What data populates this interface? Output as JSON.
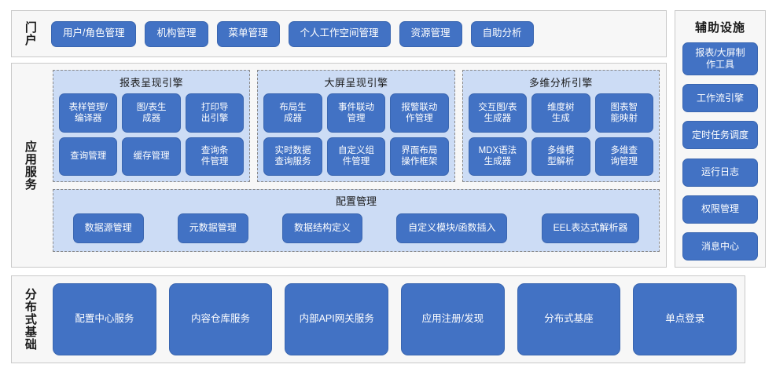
{
  "portal": {
    "band_label": "门户",
    "items": [
      {
        "label": "用户/角色管理"
      },
      {
        "label": "机构管理"
      },
      {
        "label": "菜单管理"
      },
      {
        "label": "个人工作空间管理"
      },
      {
        "label": "资源管理"
      },
      {
        "label": "自助分析"
      }
    ]
  },
  "application_services": {
    "band_label": "应用服务",
    "engines": [
      {
        "title": "报表呈现引擎",
        "items": [
          {
            "label": "表样管理/\n编译器"
          },
          {
            "label": "图/表生\n成器"
          },
          {
            "label": "打印导\n出引擎"
          },
          {
            "label": "查询管理"
          },
          {
            "label": "缓存管理"
          },
          {
            "label": "查询条\n件管理"
          }
        ]
      },
      {
        "title": "大屏呈现引擎",
        "items": [
          {
            "label": "布局生\n成器"
          },
          {
            "label": "事件联动\n管理"
          },
          {
            "label": "报警联动\n作管理"
          },
          {
            "label": "实时数据\n查询服务"
          },
          {
            "label": "自定义组\n件管理"
          },
          {
            "label": "界面布局\n操作框架"
          }
        ]
      },
      {
        "title": "多维分析引擎",
        "items": [
          {
            "label": "交互图/表\n生成器"
          },
          {
            "label": "维度树\n生成"
          },
          {
            "label": "图表智\n能映射"
          },
          {
            "label": "MDX语法\n生成器"
          },
          {
            "label": "多维模\n型解析"
          },
          {
            "label": "多维查\n询管理"
          }
        ]
      }
    ],
    "config": {
      "title": "配置管理",
      "items": [
        {
          "label": "数据源管理"
        },
        {
          "label": "元数据管理"
        },
        {
          "label": "数据结构定义"
        },
        {
          "label": "自定义模块/函数插入"
        },
        {
          "label": "EEL表达式解析器"
        }
      ]
    }
  },
  "distributed_base": {
    "band_label": "分布式基础",
    "items": [
      {
        "label": "配置中心服务"
      },
      {
        "label": "内容仓库服务"
      },
      {
        "label": "内部API网关服务"
      },
      {
        "label": "应用注册/发现"
      },
      {
        "label": "分布式基座"
      },
      {
        "label": "单点登录"
      }
    ]
  },
  "auxiliary": {
    "title": "辅助设施",
    "items": [
      {
        "label": "报表/大屏制\n作工具",
        "two_line": true
      },
      {
        "label": "工作流引擎",
        "two_line": false
      },
      {
        "label": "定时任务调度",
        "two_line": false
      },
      {
        "label": "运行日志",
        "two_line": false
      },
      {
        "label": "权限管理",
        "two_line": false
      },
      {
        "label": "消息中心",
        "two_line": false
      }
    ]
  },
  "colors": {
    "chip_fill": "#4272c4",
    "chip_border": "#3a66b0",
    "panel_fill": "#f7f7f7",
    "panel_border": "#c9c9c9",
    "engine_fill": "#ccdcf5",
    "engine_border": "#8a8a8a",
    "text_dark": "#1a1a1a",
    "text_light": "#ffffff"
  }
}
